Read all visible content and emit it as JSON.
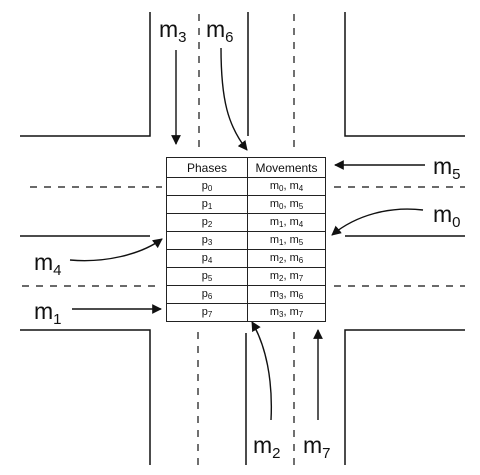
{
  "movement_labels": [
    {
      "id": "m3",
      "base": "m",
      "sub": "3"
    },
    {
      "id": "m6",
      "base": "m",
      "sub": "6"
    },
    {
      "id": "m5",
      "base": "m",
      "sub": "5"
    },
    {
      "id": "m0",
      "base": "m",
      "sub": "0"
    },
    {
      "id": "m4",
      "base": "m",
      "sub": "4"
    },
    {
      "id": "m1",
      "base": "m",
      "sub": "1"
    },
    {
      "id": "m2",
      "base": "m",
      "sub": "2"
    },
    {
      "id": "m7",
      "base": "m",
      "sub": "7"
    }
  ],
  "table": {
    "headers": [
      "Phases",
      "Movements"
    ],
    "rows": [
      {
        "phase": {
          "base": "p",
          "sub": "0"
        },
        "movements": [
          {
            "base": "m",
            "sub": "0"
          },
          {
            "base": "m",
            "sub": "4"
          }
        ]
      },
      {
        "phase": {
          "base": "p",
          "sub": "1"
        },
        "movements": [
          {
            "base": "m",
            "sub": "0"
          },
          {
            "base": "m",
            "sub": "5"
          }
        ]
      },
      {
        "phase": {
          "base": "p",
          "sub": "2"
        },
        "movements": [
          {
            "base": "m",
            "sub": "1"
          },
          {
            "base": "m",
            "sub": "4"
          }
        ]
      },
      {
        "phase": {
          "base": "p",
          "sub": "3"
        },
        "movements": [
          {
            "base": "m",
            "sub": "1"
          },
          {
            "base": "m",
            "sub": "5"
          }
        ]
      },
      {
        "phase": {
          "base": "p",
          "sub": "4"
        },
        "movements": [
          {
            "base": "m",
            "sub": "2"
          },
          {
            "base": "m",
            "sub": "6"
          }
        ]
      },
      {
        "phase": {
          "base": "p",
          "sub": "5"
        },
        "movements": [
          {
            "base": "m",
            "sub": "2"
          },
          {
            "base": "m",
            "sub": "7"
          }
        ]
      },
      {
        "phase": {
          "base": "p",
          "sub": "6"
        },
        "movements": [
          {
            "base": "m",
            "sub": "3"
          },
          {
            "base": "m",
            "sub": "6"
          }
        ]
      },
      {
        "phase": {
          "base": "p",
          "sub": "7"
        },
        "movements": [
          {
            "base": "m",
            "sub": "3"
          },
          {
            "base": "m",
            "sub": "7"
          }
        ]
      }
    ]
  }
}
